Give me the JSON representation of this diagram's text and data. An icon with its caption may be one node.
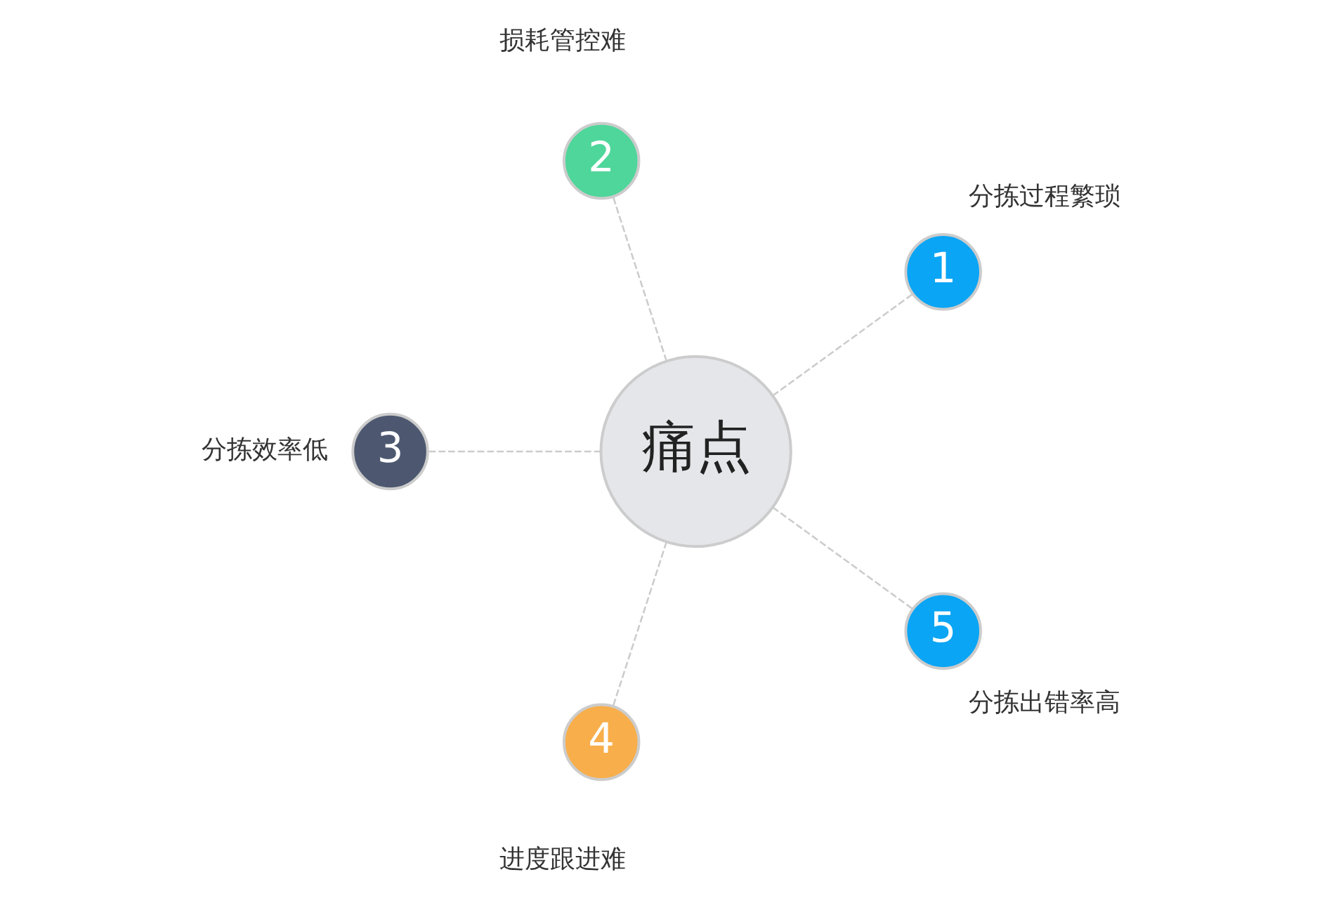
{
  "diagram": {
    "nodes": [
      {
        "text": [
          "痛点"
        ]
      },
      {
        "text": [
          "1"
        ],
        "beside": [
          "分拣过程繁琐"
        ]
      },
      {
        "text": [
          "2"
        ],
        "beside": [
          "损耗管控难"
        ]
      },
      {
        "text": [
          "3"
        ],
        "beside": [
          "分拣效率低"
        ]
      },
      {
        "text": [
          "4"
        ],
        "beside": [
          "进度跟进难"
        ]
      },
      {
        "text": [
          "5"
        ],
        "beside": [
          "分拣出错率高"
        ]
      }
    ],
    "edges": [
      {
        "from": 0,
        "to": 1,
        "arrow": "none",
        "style": "dashed"
      },
      {
        "from": 0,
        "to": 2,
        "arrow": "none",
        "style": "dashed"
      },
      {
        "from": 0,
        "to": 3,
        "arrow": "none",
        "style": "dashed"
      },
      {
        "from": 0,
        "to": 4,
        "arrow": "none",
        "style": "dashed"
      },
      {
        "from": 0,
        "to": 5,
        "arrow": "none",
        "style": "dashed"
      }
    ]
  }
}
